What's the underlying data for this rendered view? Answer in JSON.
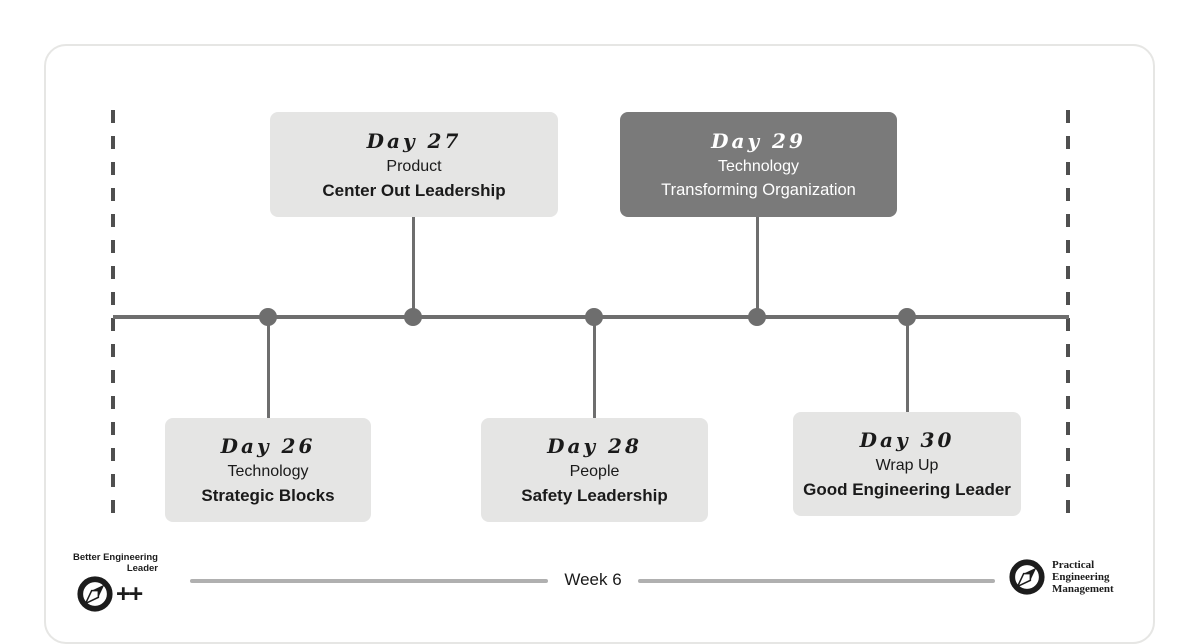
{
  "diagram": {
    "week_label": "Week 6",
    "events": [
      {
        "day": "Day 26",
        "category": "Technology",
        "title": "Strategic Blocks",
        "row": "bottom",
        "variant": "light"
      },
      {
        "day": "Day 27",
        "category": "Product",
        "title": "Center Out Leadership",
        "row": "top",
        "variant": "light"
      },
      {
        "day": "Day 28",
        "category": "People",
        "title": "Safety Leadership",
        "row": "bottom",
        "variant": "light"
      },
      {
        "day": "Day 29",
        "category": "Technology",
        "title": "Transforming Organization",
        "row": "top",
        "variant": "dark"
      },
      {
        "day": "Day 30",
        "category": "Wrap Up",
        "title": "Good Engineering Leader",
        "row": "bottom",
        "variant": "light"
      }
    ],
    "colors": {
      "box_light": "#e5e5e4",
      "box_dark": "#7a7a7a",
      "timeline": "#6e6e6e",
      "dashed_boundary": "#4f4f4f",
      "week_line": "#b0b0b0"
    }
  },
  "footer": {
    "left_logo": {
      "line1": "Better Engineering",
      "line2": "Leader",
      "suffix": "++"
    },
    "right_logo": {
      "line1": "Practical",
      "line2": "Engineering",
      "line3": "Management"
    }
  }
}
